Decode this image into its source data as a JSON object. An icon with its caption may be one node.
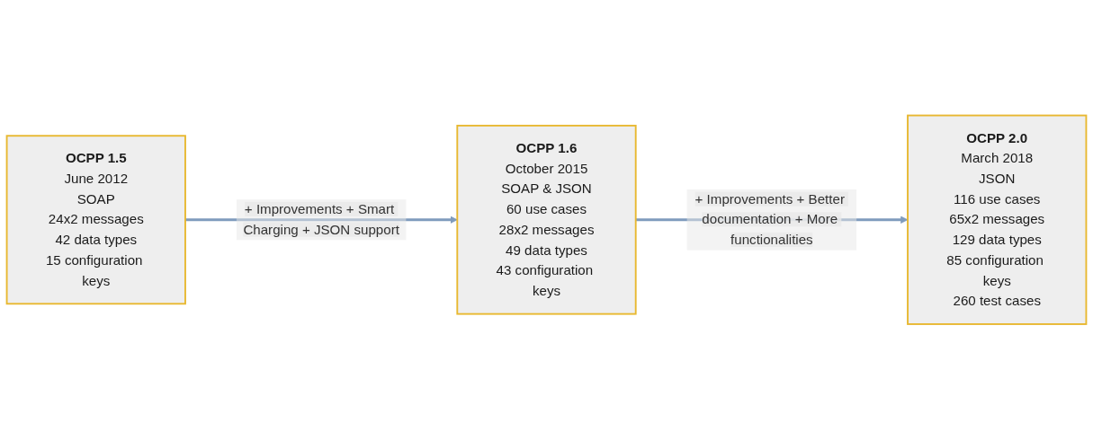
{
  "diagram": {
    "nodes": [
      {
        "text": [
          "OCPP 1.5",
          "June 2012",
          "SOAP",
          "24x2 messages",
          "42 data types",
          "15 configuration keys"
        ]
      },
      {
        "text": [
          "OCPP 1.6",
          "October 2015",
          "SOAP & JSON",
          "60 use cases",
          "28x2 messages",
          "49 data types",
          "43 configuration keys"
        ]
      },
      {
        "text": [
          "OCPP 2.0",
          "March 2018",
          "JSON",
          "116 use cases",
          "65x2 messages",
          "129 data types",
          "85 configuration keys",
          "260 test cases"
        ]
      }
    ],
    "edges": [
      {
        "from": 0,
        "to": 1,
        "arrow": "to",
        "label": "+ Improvements + Smart Charging + JSON support"
      },
      {
        "from": 1,
        "to": 2,
        "arrow": "to",
        "label": "+ Improvements + Better documentation + More functionalities"
      }
    ]
  }
}
